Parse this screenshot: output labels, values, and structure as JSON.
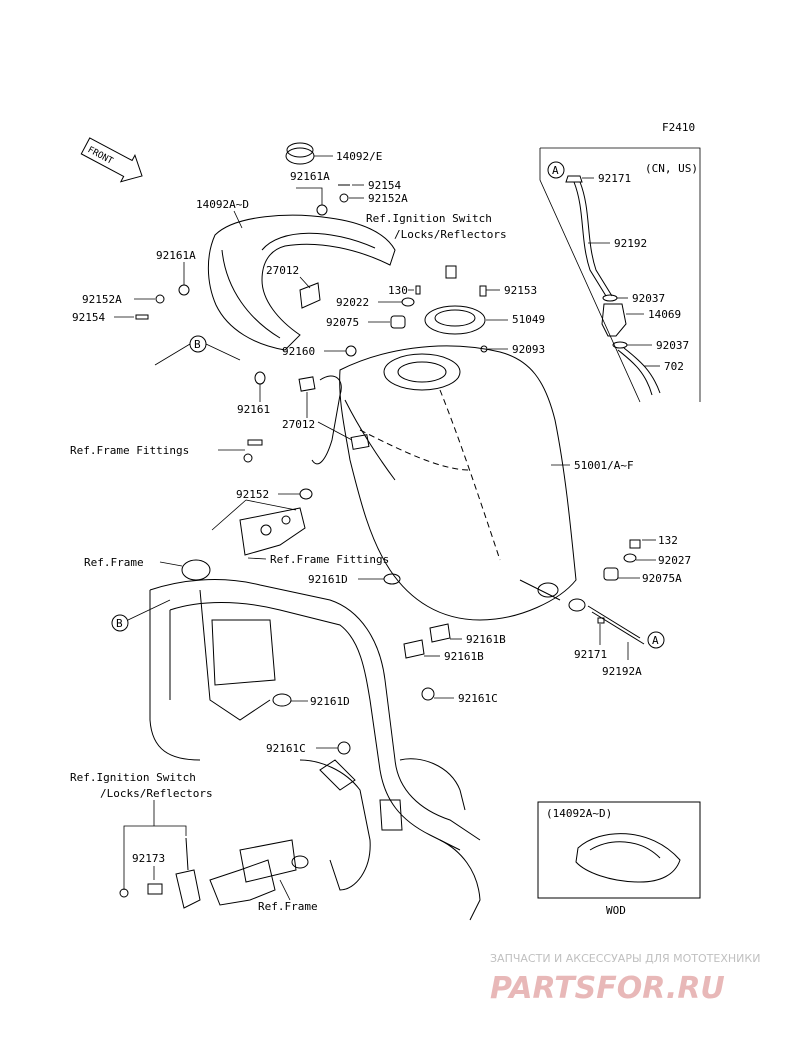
{
  "figure_code": "F2410",
  "front_label": "FRONT",
  "callout_a": "A",
  "callout_b": "B",
  "market_note": "(CN, US)",
  "variant_box": {
    "title": "(14092A~D)",
    "caption": "WOD"
  },
  "parts": {
    "p14092E": "14092/E",
    "p14092AD": "14092A~D",
    "p92161A_top": "92161A",
    "p92154_top": "92154",
    "p92152A_top": "92152A",
    "p92161A_left": "92161A",
    "p92152A_left": "92152A",
    "p92154_left": "92154",
    "p27012_top": "27012",
    "p27012_mid": "27012",
    "p130": "130",
    "p92022": "92022",
    "p92075": "92075",
    "p92153": "92153",
    "p51049": "51049",
    "p92093": "92093",
    "p92160": "92160",
    "p92161": "92161",
    "p92152": "92152",
    "p51001": "51001/A~F",
    "p92171_top": "92171",
    "p92192": "92192",
    "p92037_a": "92037",
    "p14069": "14069",
    "p92037_b": "92037",
    "p702": "702",
    "p132": "132",
    "p92027": "92027",
    "p92075A": "92075A",
    "p92171_bot": "92171",
    "p92192A": "92192A",
    "p92161D_a": "92161D",
    "p92161B_a": "92161B",
    "p92161B_b": "92161B",
    "p92161D_b": "92161D",
    "p92161C_a": "92161C",
    "p92161C_b": "92161C",
    "p92173": "92173"
  },
  "refs": {
    "ignition_top_l1": "Ref.Ignition Switch",
    "ignition_top_l2": "/Locks/Reflectors",
    "frame_fittings_a": "Ref.Frame Fittings",
    "frame_fittings_b": "Ref.Frame Fittings",
    "frame_a": "Ref.Frame",
    "ignition_bot_l1": "Ref.Ignition Switch",
    "ignition_bot_l2": "/Locks/Reflectors",
    "frame_b": "Ref.Frame"
  },
  "watermark": {
    "tagline": "ЗАПЧАСТИ И АКСЕССУАРЫ ДЛЯ МОТОТЕХНИКИ",
    "brand": "PARTSFOR.RU"
  }
}
